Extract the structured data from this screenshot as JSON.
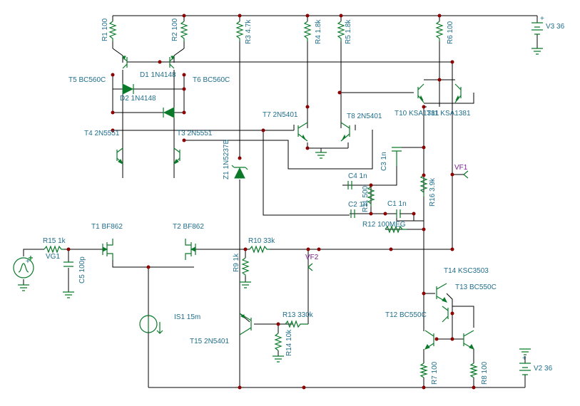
{
  "components": {
    "r1": "R1 100",
    "r2": "R2 100",
    "r3": "R3 4.7k",
    "r4": "R4 1.8k",
    "r5": "R5 1.8k",
    "r6": "R6 100",
    "v3": "V3 36",
    "t5": "T5 BC560C",
    "t6": "T6 BC560C",
    "d1": "D1 1N4148",
    "d2": "D2 1N4148",
    "t4": "T4 2N5551",
    "t3": "T3 2N5551",
    "z1": "Z1 1N5237B",
    "t7": "T7 2N5401",
    "t8": "T8 2N5401",
    "t10": "T10 KSA1381",
    "t11": "T11 KSA1381",
    "c3": "C3 1n",
    "c4": "C4 1n",
    "r11": "R11 500",
    "c2": "C2 1n",
    "c1": "C1 1n",
    "r12": "R12 100MEG",
    "r16": "R16 3.9k",
    "vf1": "VF1",
    "t1": "T1 BF862",
    "t2": "T2 BF862",
    "r15": "R15 1k",
    "vg1": "VG1",
    "c5": "C5 100p",
    "r10": "R10 33k",
    "vf2": "VF2",
    "r9": "R9 1k",
    "t14": "T14 KSC3503",
    "t13": "T13 BC550C",
    "t12": "T12 BC550C",
    "is1": "IS1 15m",
    "r13": "R13 330k",
    "r14": "R14 10k",
    "t15": "T15 2N5401",
    "r7": "R7 100",
    "r8": "R8 100",
    "v2": "V2 36",
    "plus": "+"
  },
  "colors": {
    "wire": "#000000",
    "symbol": "#0a7a2a",
    "label": "#1f6e8c",
    "probe": "#7a1f8c",
    "node": "#8a0000"
  }
}
